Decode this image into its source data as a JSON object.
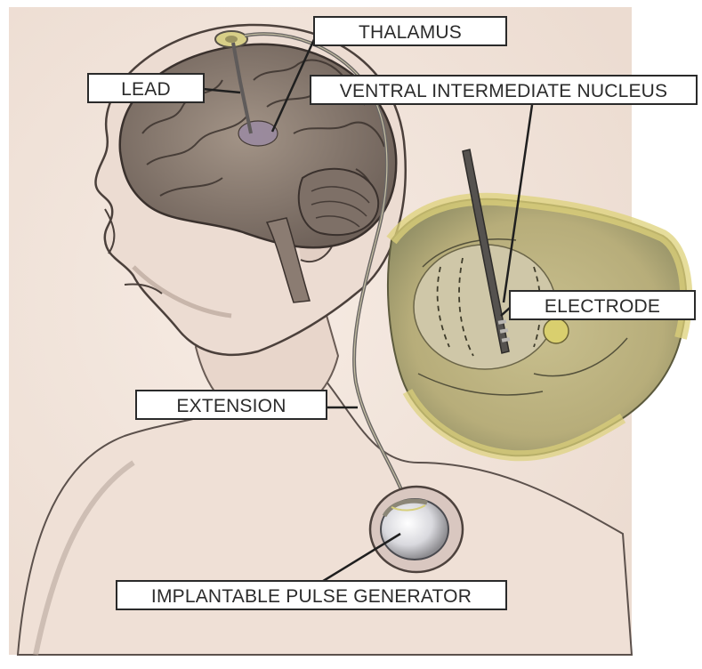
{
  "labels": {
    "thalamus": "THALAMUS",
    "lead": "LEAD",
    "ventral_intermediate_nucleus": "VENTRAL INTERMEDIATE NUCLEUS",
    "electrode": "ELECTRODE",
    "extension": "EXTENSION",
    "implantable_pulse_generator": "IMPLANTABLE PULSE GENERATOR"
  },
  "colors": {
    "paper": "#f3e6dc",
    "skin_shadow": "#d9c6bd",
    "outline": "#3a3230",
    "brain": "#8a7b70",
    "brain_dark": "#4d433d",
    "tissue_yellow": "#d8cc7a",
    "tissue_green": "#a7ad73",
    "lead_wire": "#6b6765",
    "device": "#c9c9cf"
  }
}
